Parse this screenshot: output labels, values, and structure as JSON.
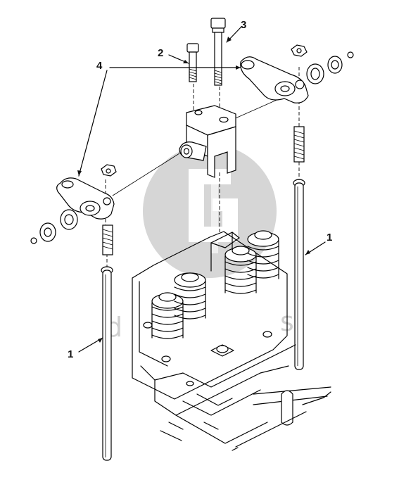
{
  "callouts": {
    "c1_left": "1",
    "c1_right": "1",
    "c2": "2",
    "c3": "3",
    "c4": "4"
  },
  "watermark": {
    "logo_text": "d",
    "tail_text": "s"
  },
  "colors": {
    "line": "#000000",
    "watermark": "#d6d6d6",
    "background": "#ffffff"
  }
}
